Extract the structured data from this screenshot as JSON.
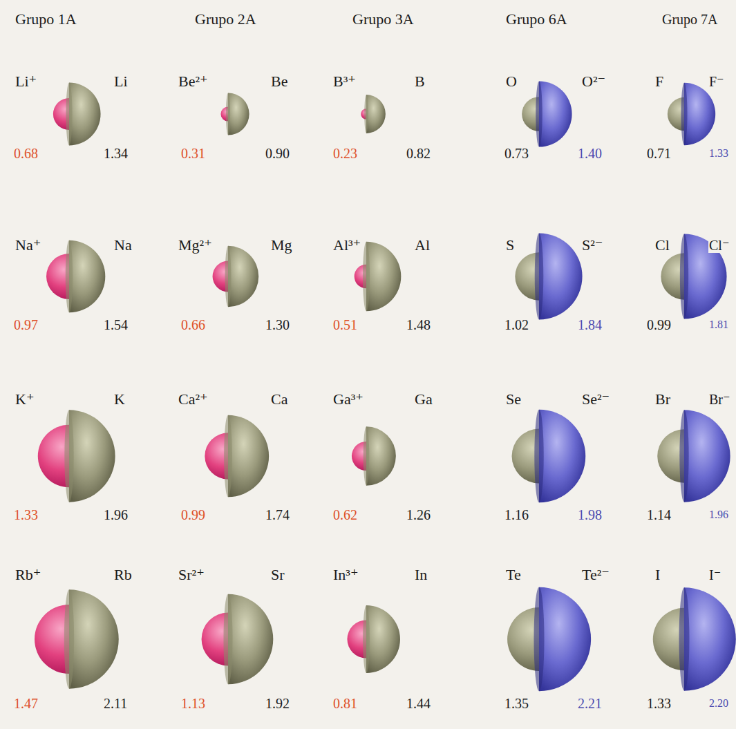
{
  "diagram": {
    "labels": [
      "Grupo 1A",
      "Grupo 2A",
      "Grupo 3A",
      "Grupo 6A",
      "Grupo 7A",
      "Li⁺",
      "Li",
      "Be²⁺",
      "Be",
      "B³⁺",
      "B",
      "O",
      "O²⁻",
      "F",
      "F⁻",
      "0.68",
      "1.34",
      "0.31",
      "0.90",
      "0.23",
      "0.82",
      "0.73",
      "1.40",
      "0.71",
      "1.33",
      "Na⁺",
      "Na",
      "Mg²⁺",
      "Mg",
      "Al³⁺",
      "Al",
      "S",
      "S²⁻",
      "Cl",
      "Cl⁻",
      "0.97",
      "1.54",
      "0.66",
      "1.30",
      "0.51",
      "1.48",
      "1.02",
      "1.84",
      "0.99",
      "1.81",
      "K⁺",
      "K",
      "Ca²⁺",
      "Ca",
      "Ga³⁺",
      "Ga",
      "Se",
      "Se²⁻",
      "Br",
      "Br⁻",
      "1.33",
      "1.96",
      "0.99",
      "1.74",
      "0.62",
      "1.26",
      "1.16",
      "1.98",
      "1.14",
      "1.96",
      "Rb⁺",
      "Rb",
      "Sr²⁺",
      "Sr",
      "In³⁺",
      "In",
      "Te",
      "Te²⁻",
      "I",
      "I⁻",
      "1.47",
      "2.11",
      "1.13",
      "1.92",
      "0.81",
      "1.44",
      "1.35",
      "2.21",
      "1.33",
      "2.20"
    ]
  }
}
